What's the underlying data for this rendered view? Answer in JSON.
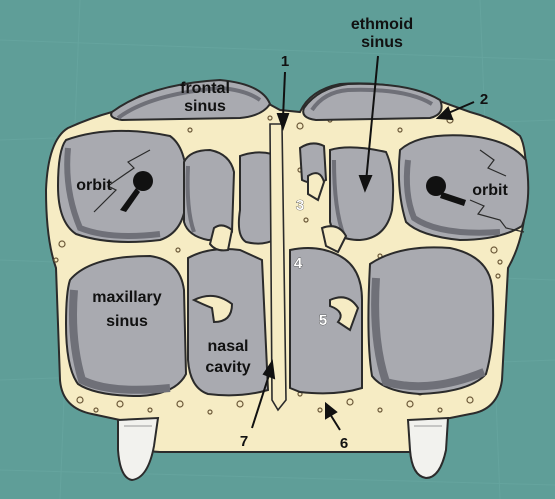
{
  "colors": {
    "background": "#5f9e98",
    "bone": "#f6ecc4",
    "sinus_fill": "#a9aab0",
    "sinus_shadow": "#6f7078",
    "outline": "#2b2b2b",
    "tooth": "#f2f2ee"
  },
  "labels": {
    "frontal_sinus": [
      "frontal",
      "sinus"
    ],
    "ethmoid_sinus": [
      "ethmoid",
      "sinus"
    ],
    "orbit_left": "orbit",
    "orbit_right": "orbit",
    "maxillary_sinus": [
      "maxillary",
      "sinus"
    ],
    "nasal_cavity": [
      "nasal",
      "cavity"
    ]
  },
  "callouts": [
    "1",
    "2",
    "3",
    "4",
    "5",
    "6",
    "7"
  ]
}
